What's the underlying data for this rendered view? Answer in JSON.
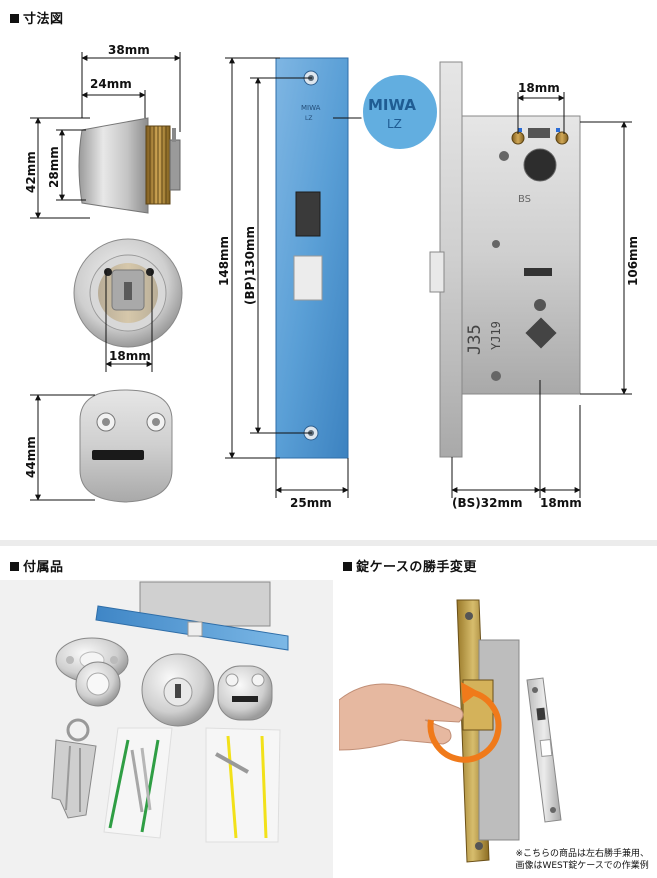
{
  "sections": {
    "dimensions_title": "寸法図",
    "accessories_title": "付属品",
    "handedness_title": "錠ケースの勝手変更"
  },
  "dimensions": {
    "cylinder_outer_width": "38mm",
    "cylinder_inner_width": "24mm",
    "cylinder_outer_height": "42mm",
    "cylinder_inner_height": "28mm",
    "thumbturn_pitch": "18mm",
    "escutcheon_height": "44mm",
    "faceplate_total_height": "148mm",
    "faceplate_screw_pitch": "(BP)130mm",
    "faceplate_width": "25mm",
    "case_top_pitch": "18mm",
    "case_height": "106mm",
    "backset": "(BS)32mm",
    "backset_extra": "18mm"
  },
  "markings": {
    "brand": "MIWA",
    "brand_sub": "LZ",
    "model": "J35",
    "model_sub": "YJ19",
    "case_brand": "BS"
  },
  "note": {
    "line1": "※こちらの商品は左右勝手兼用、",
    "line2": "画像はWEST錠ケースでの作業例"
  },
  "colors": {
    "faceplate_blue": "#5a9fd6",
    "brass": "#b58a3a",
    "steel": "#c9c9c9",
    "bag_green": "#2f9e44",
    "bag_yellow": "#f2e11a",
    "arrow_orange": "#f07a1a"
  }
}
